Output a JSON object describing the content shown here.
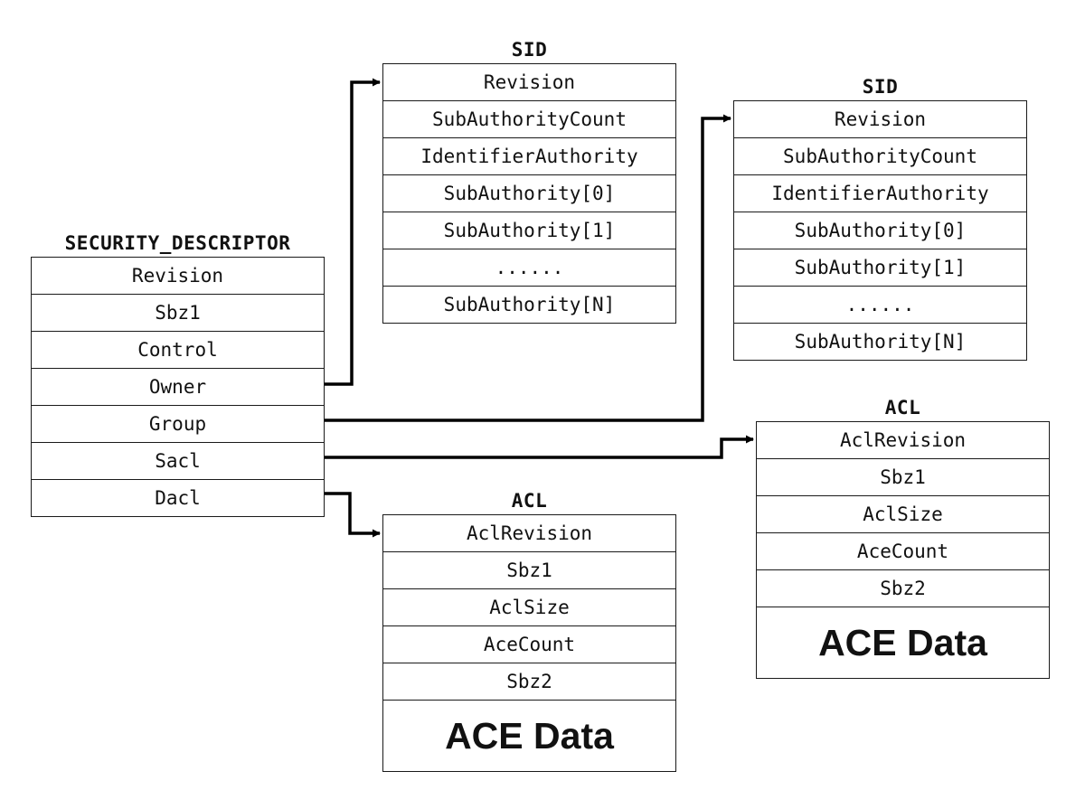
{
  "security_descriptor": {
    "title": "SECURITY_DESCRIPTOR",
    "fields": [
      "Revision",
      "Sbz1",
      "Control",
      "Owner",
      "Group",
      "Sacl",
      "Dacl"
    ]
  },
  "owner_sid": {
    "title": "SID",
    "fields": [
      "Revision",
      "SubAuthorityCount",
      "IdentifierAuthority",
      "SubAuthority[0]",
      "SubAuthority[1]",
      "......",
      "SubAuthority[N]"
    ]
  },
  "group_sid": {
    "title": "SID",
    "fields": [
      "Revision",
      "SubAuthorityCount",
      "IdentifierAuthority",
      "SubAuthority[0]",
      "SubAuthority[1]",
      "......",
      "SubAuthority[N]"
    ]
  },
  "sacl": {
    "title": "ACL",
    "fields": [
      "AclRevision",
      "Sbz1",
      "AclSize",
      "AceCount",
      "Sbz2"
    ],
    "data_label": "ACE Data"
  },
  "dacl": {
    "title": "ACL",
    "fields": [
      "AclRevision",
      "Sbz1",
      "AclSize",
      "AceCount",
      "Sbz2"
    ],
    "data_label": "ACE Data"
  },
  "connections": [
    {
      "from": "security_descriptor.Owner",
      "to": "owner_sid"
    },
    {
      "from": "security_descriptor.Group",
      "to": "group_sid"
    },
    {
      "from": "security_descriptor.Sacl",
      "to": "sacl"
    },
    {
      "from": "security_descriptor.Dacl",
      "to": "dacl"
    }
  ],
  "line_color": "#000000"
}
